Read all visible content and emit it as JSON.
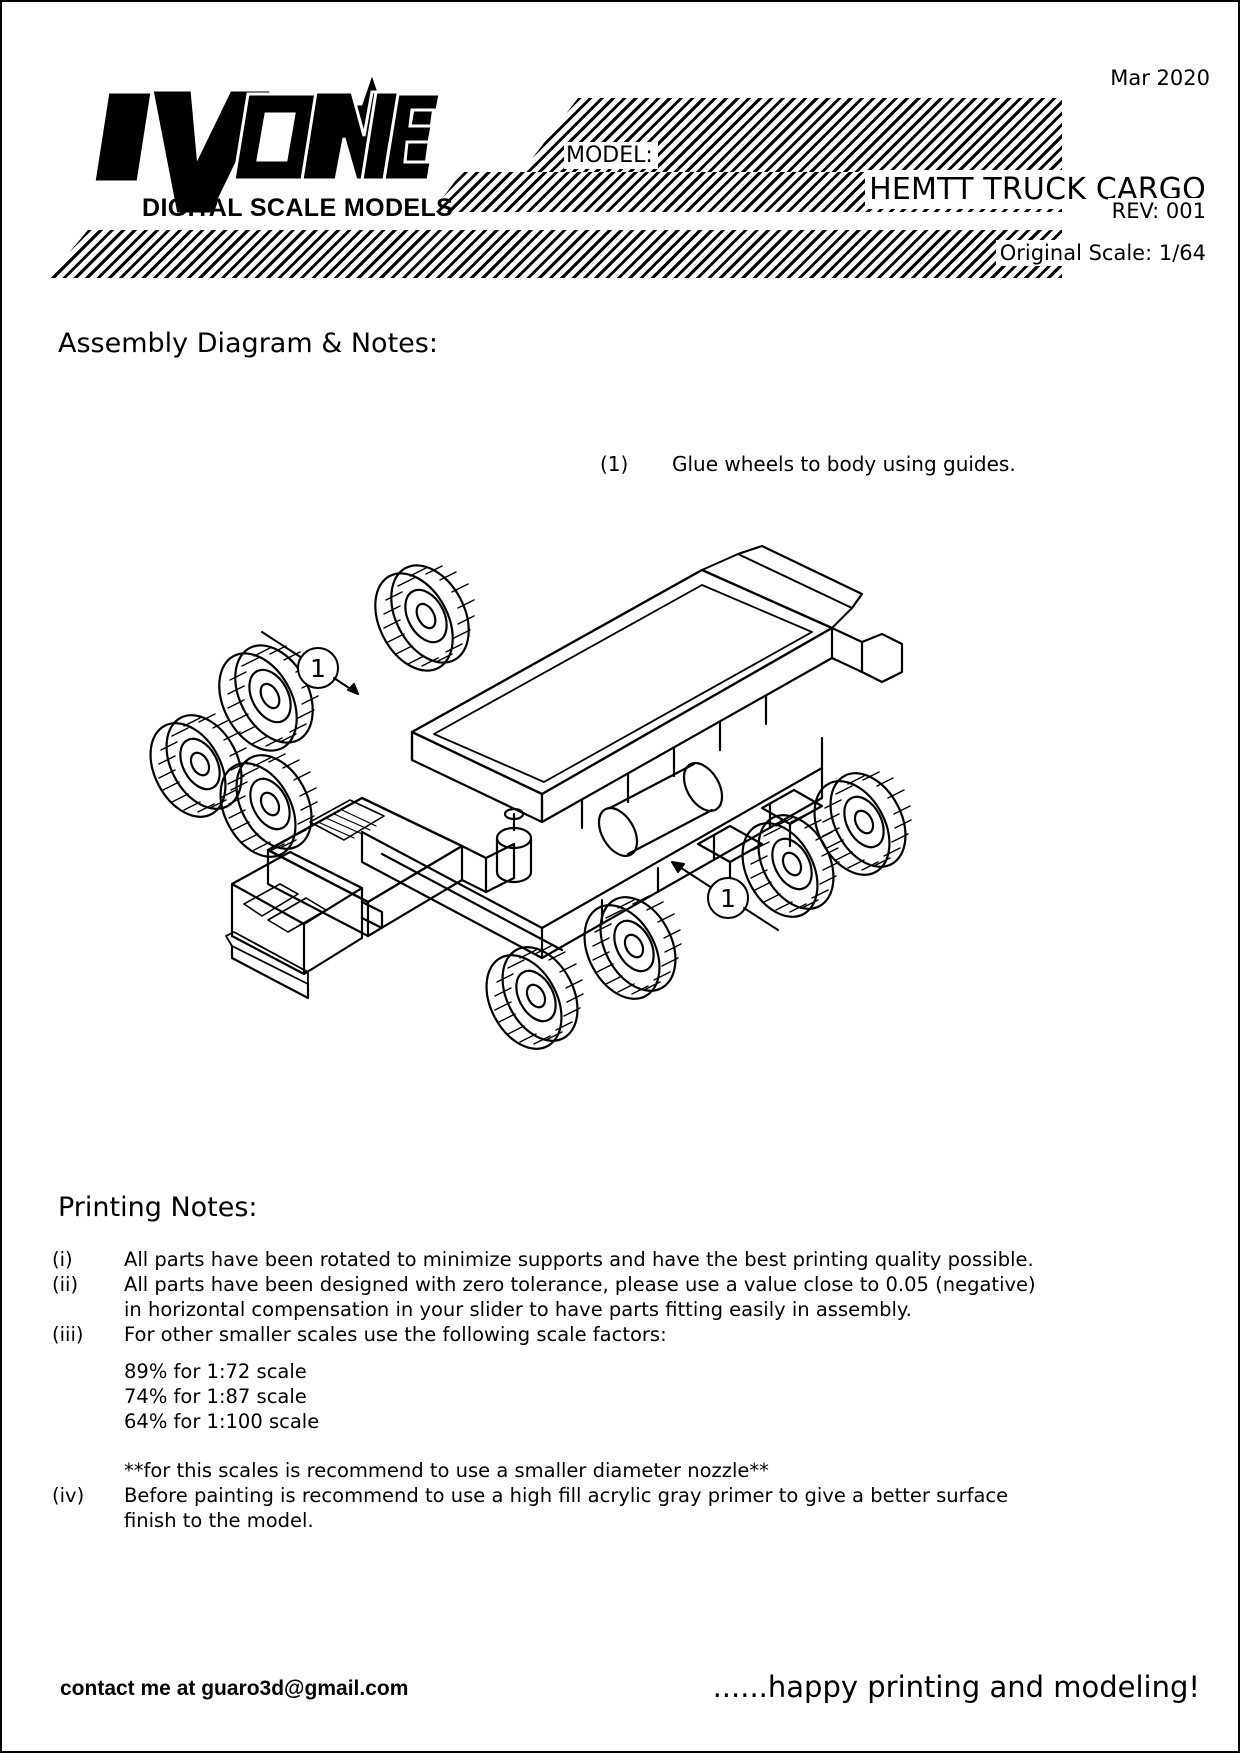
{
  "header": {
    "date": "Mar 2020",
    "model_label": "MODEL:",
    "model_title": "HEMTT TRUCK CARGO",
    "revision": "REV: 001",
    "original_scale": "Original Scale: 1/64"
  },
  "logo": {
    "wordmark": "IVONNE",
    "tagline": "DIGITAL SCALE MODELS",
    "star_icon": "star-icon"
  },
  "assembly": {
    "heading": "Assembly Diagram & Notes:",
    "steps": [
      {
        "number": "(1)",
        "text": "Glue wheels to body using guides."
      }
    ],
    "callouts": [
      {
        "label": "1"
      },
      {
        "label": "1"
      }
    ]
  },
  "printing": {
    "heading": "Printing Notes:",
    "items": [
      {
        "mark": "(i)",
        "text": "All parts have been rotated to minimize supports and have the best printing quality possible."
      },
      {
        "mark": "(ii)",
        "text": "All parts have been designed with zero tolerance, please use a value close to 0.05 (negative) in horizontal compensation in your slider to have parts fitting easily in assembly."
      },
      {
        "mark": "(iii)",
        "text": "For other smaller scales use the following scale factors:"
      }
    ],
    "scale_factors": [
      "89% for 1:72 scale",
      "74% for 1:87 scale",
      "64% for 1:100 scale"
    ],
    "nozzle_note": "**for this scales is recommend to use a smaller diameter nozzle**",
    "item_iv": {
      "mark": "(iv)",
      "text": "Before painting is recommend to use a high fill acrylic gray primer to give a better surface finish to the model."
    }
  },
  "footer": {
    "contact": "contact me at guaro3d@gmail.com",
    "sign_off": "......happy printing and modeling!"
  },
  "colors": {
    "ink": "#000000",
    "paper": "#ffffff"
  }
}
